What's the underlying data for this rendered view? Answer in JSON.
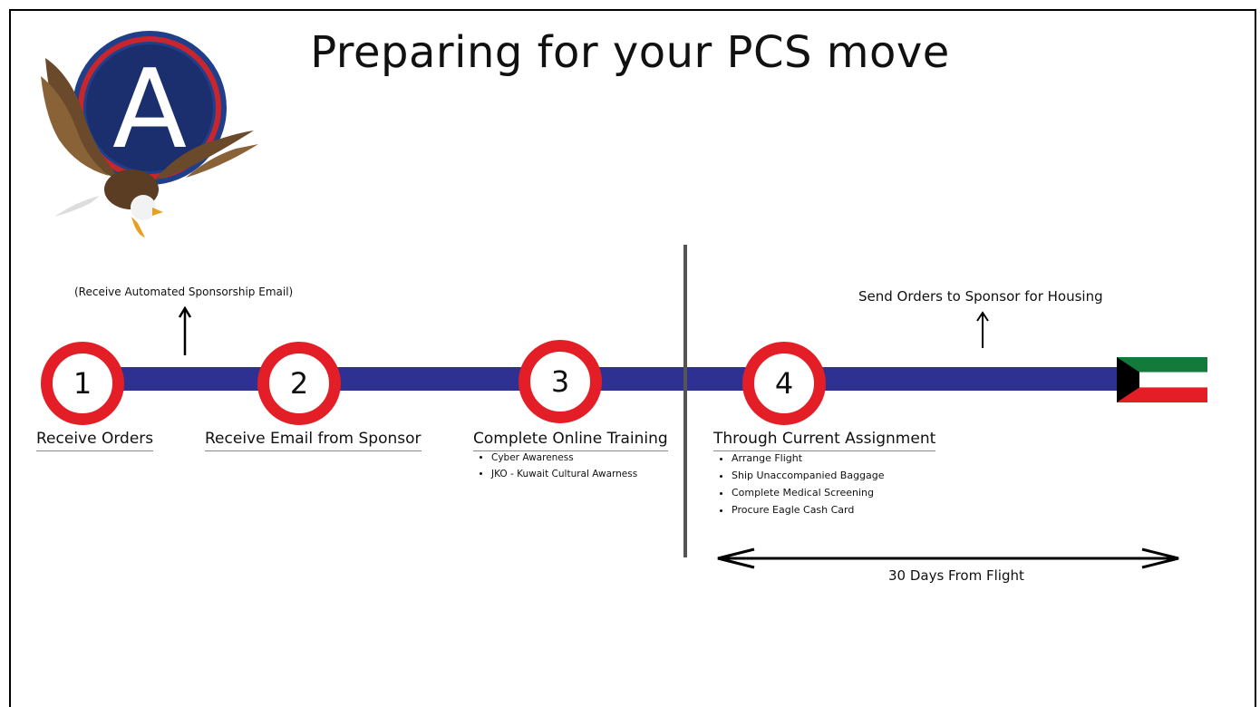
{
  "title": "Preparing for your PCS move",
  "logo": {
    "letter": "A"
  },
  "steps": [
    {
      "number": "1",
      "label": "Receive Orders",
      "bullets": []
    },
    {
      "number": "2",
      "label": "Receive Email from Sponsor",
      "bullets": []
    },
    {
      "number": "3",
      "label": "Complete Online Training",
      "bullets": [
        "Cyber Awareness",
        "JKO - Kuwait Cultural Awarness"
      ]
    },
    {
      "number": "4",
      "label": "Through Current Assignment",
      "bullets": [
        "Arrange Flight",
        "Ship Unaccompanied Baggage",
        "Complete Medical Screening",
        "Procure Eagle Cash Card"
      ]
    }
  ],
  "notes": {
    "sponsorship_email": "(Receive Automated Sponsorship Email)",
    "send_orders": "Send Orders to Sponsor for Housing",
    "days_from_flight": "30 Days From Flight"
  },
  "colors": {
    "timeline": "#2e3192",
    "circle_ring": "#e41e26",
    "flag_green": "#137a3c",
    "flag_red": "#e41e26",
    "flag_black": "#000000"
  },
  "icons": [
    "eagle-logo-icon",
    "up-arrow-icon",
    "double-arrow-icon",
    "kuwait-flag-icon"
  ]
}
